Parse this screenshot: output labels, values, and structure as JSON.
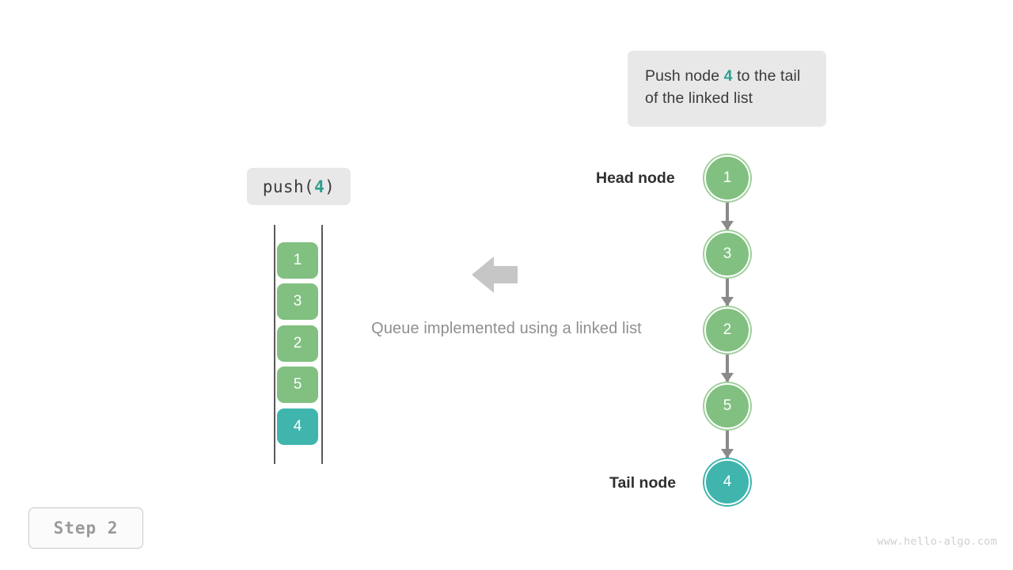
{
  "callout": {
    "text_before": "Push node ",
    "accent": "4",
    "text_after": " to the tail of the linked list"
  },
  "operation": {
    "prefix": "push(",
    "argument": "4",
    "suffix": ")"
  },
  "queue": {
    "items": [
      {
        "value": "1",
        "highlight": false
      },
      {
        "value": "3",
        "highlight": false
      },
      {
        "value": "2",
        "highlight": false
      },
      {
        "value": "5",
        "highlight": false
      },
      {
        "value": "4",
        "highlight": true
      }
    ]
  },
  "caption": "Queue implemented using a linked list",
  "linked_list": {
    "head_label": "Head node",
    "tail_label": "Tail node",
    "nodes": [
      {
        "value": "1",
        "highlight": false
      },
      {
        "value": "3",
        "highlight": false
      },
      {
        "value": "2",
        "highlight": false
      },
      {
        "value": "5",
        "highlight": false
      },
      {
        "value": "4",
        "highlight": true
      }
    ]
  },
  "step_badge": "Step 2",
  "watermark": "www.hello-algo.com",
  "colors": {
    "node_green": "#81c081",
    "node_green_ring": "#9fd09b",
    "accent_teal": "#3fb5ad",
    "accent_text_teal": "#2e9e8f",
    "panel_gray": "#e8e8e8",
    "arrow_gray": "#8a8a8a",
    "caption_gray": "#8f8f8f",
    "rail_gray": "#5a5a5a"
  }
}
